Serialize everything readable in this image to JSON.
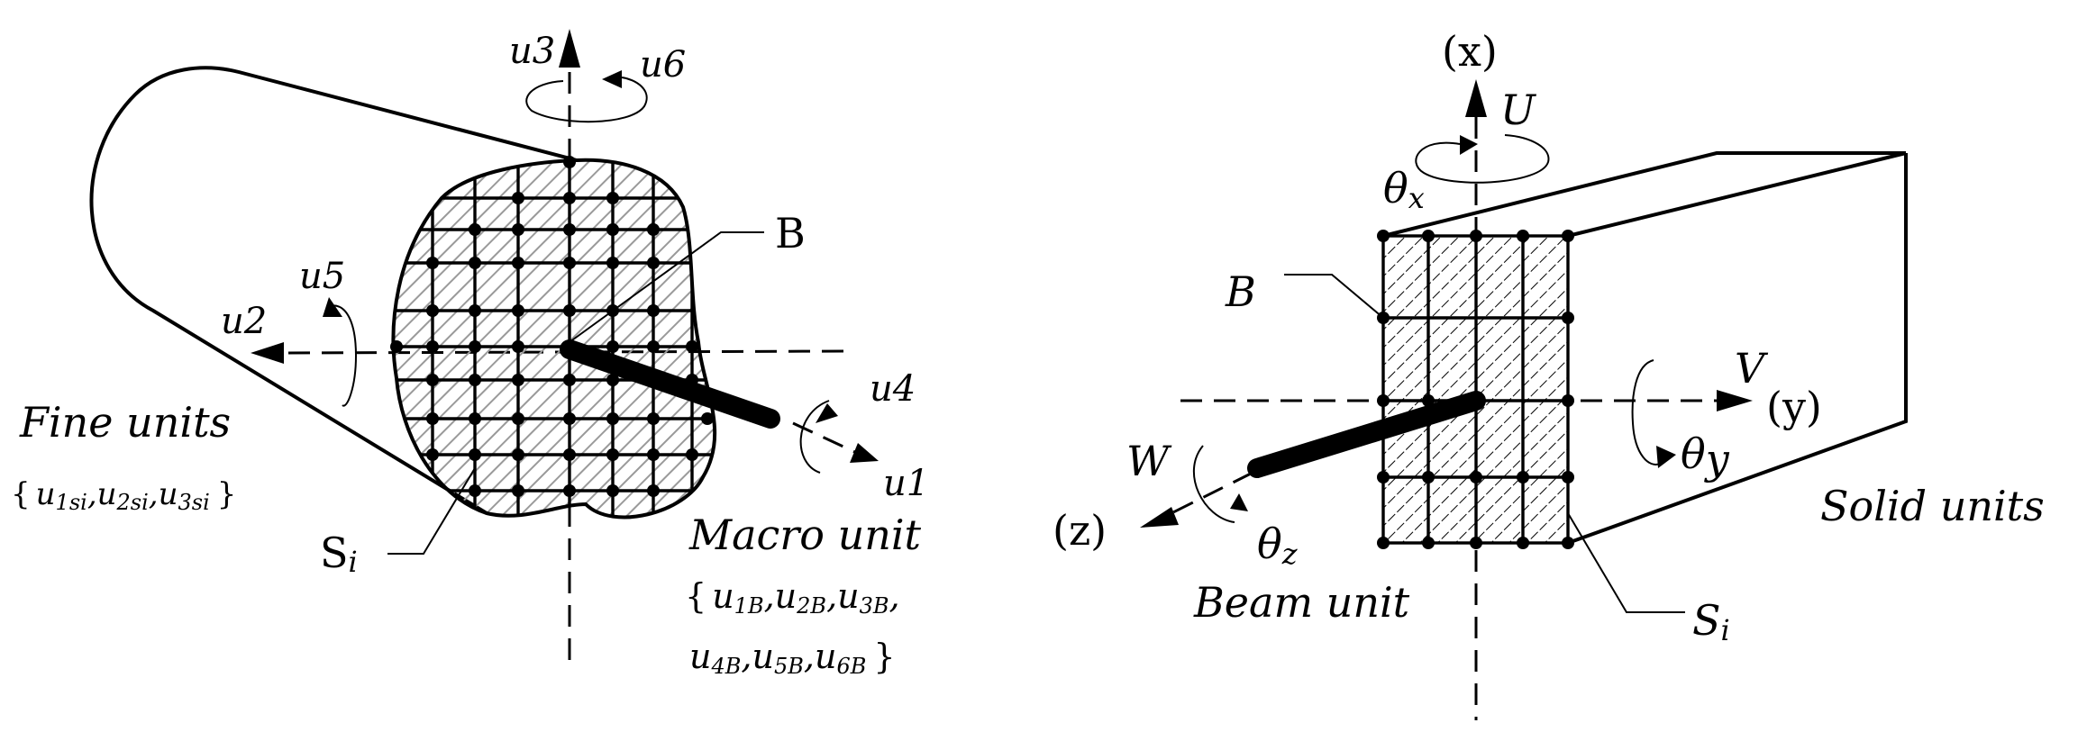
{
  "left": {
    "axes": {
      "u1": "u1",
      "u2": "u2",
      "u3": "u3",
      "u4": "u4",
      "u5": "u5",
      "u6": "u6"
    },
    "labels": {
      "B": "B",
      "S": "S",
      "i": "i",
      "fine_units": "Fine units",
      "macro_unit": "Macro unit"
    },
    "fine_set": {
      "open": "{",
      "close": "}",
      "u1": "u",
      "u1_sub": "1si",
      "sep1": ",",
      "u2": "u",
      "u2_sub": "2si",
      "sep2": ",",
      "u3": "u",
      "u3_sub": "3si"
    },
    "macro_set": {
      "open": "{",
      "close": "}",
      "u1": "u",
      "u1_sub": "1B",
      "s1": ",",
      "u2": "u",
      "u2_sub": "2B",
      "s2": ",",
      "u3": "u",
      "u3_sub": "3B",
      "s3": ",",
      "u4": "u",
      "u4_sub": "4B",
      "s4": ",",
      "u5": "u",
      "u5_sub": "5B",
      "s5": ",",
      "u6": "u",
      "u6_sub": "6B"
    }
  },
  "right": {
    "axes": {
      "x_label": "(x)",
      "y_label": "(y)",
      "z_label": "(z)",
      "U": "U",
      "V": "V",
      "W": "W",
      "theta": "θ",
      "theta_x_sub": "x",
      "theta_y_sub": "y",
      "theta_z_sub": "z"
    },
    "labels": {
      "B": "B",
      "S": "S",
      "i": "i",
      "solid_units": "Solid units",
      "beam_unit": "Beam unit"
    }
  }
}
